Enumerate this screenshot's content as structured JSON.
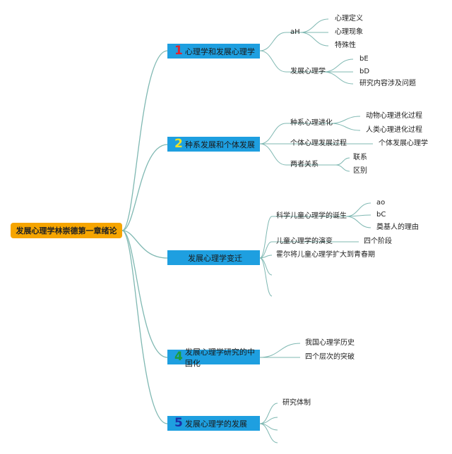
{
  "root": {
    "label": "发展心理学林崇德第一章绪论"
  },
  "branches": [
    {
      "number": "1",
      "number_color": "#e0242f",
      "label": "心理学和发展心理学"
    },
    {
      "number": "2",
      "number_color": "#f2e224",
      "label": "种系发展和个体发展"
    },
    {
      "number": "",
      "number_color": "",
      "label": "发展心理学变迁"
    },
    {
      "number": "4",
      "number_color": "#1f9d3a",
      "label": "发展心理学研究的中国化"
    },
    {
      "number": "5",
      "number_color": "#1b2fa8",
      "label": "发展心理学的发展"
    }
  ],
  "b1": {
    "ah": "aH",
    "ah_children": [
      "心理定义",
      "心理现象",
      "特殊性"
    ],
    "dev": "发展心理学",
    "dev_children": [
      "bE",
      "bD",
      "研究内容涉及问题"
    ]
  },
  "b2": {
    "species": "种系心理进化",
    "species_children": [
      "动物心理进化过程",
      "人类心理进化过程"
    ],
    "individual": "个体心理发展过程",
    "individual_child": "个体发展心理学",
    "both": "两者关系",
    "both_children": [
      "联系",
      "区别"
    ]
  },
  "b3": {
    "science": "科学儿童心理学的诞生",
    "science_children": [
      "ao",
      "bC",
      "奠基人的理由"
    ],
    "evolution": "儿童心理学的演变",
    "evolution_child": "四个阶段",
    "hall": "霍尔将儿童心理学扩大到青春期"
  },
  "b4": {
    "children": [
      "我国心理学历史",
      "四个层次的突破"
    ]
  },
  "b5": {
    "children": [
      "研究体制"
    ]
  },
  "colors": {
    "line": "#7fb8b2",
    "root_bg": "#f6a500",
    "branch_bg": "#1e9fe0"
  }
}
